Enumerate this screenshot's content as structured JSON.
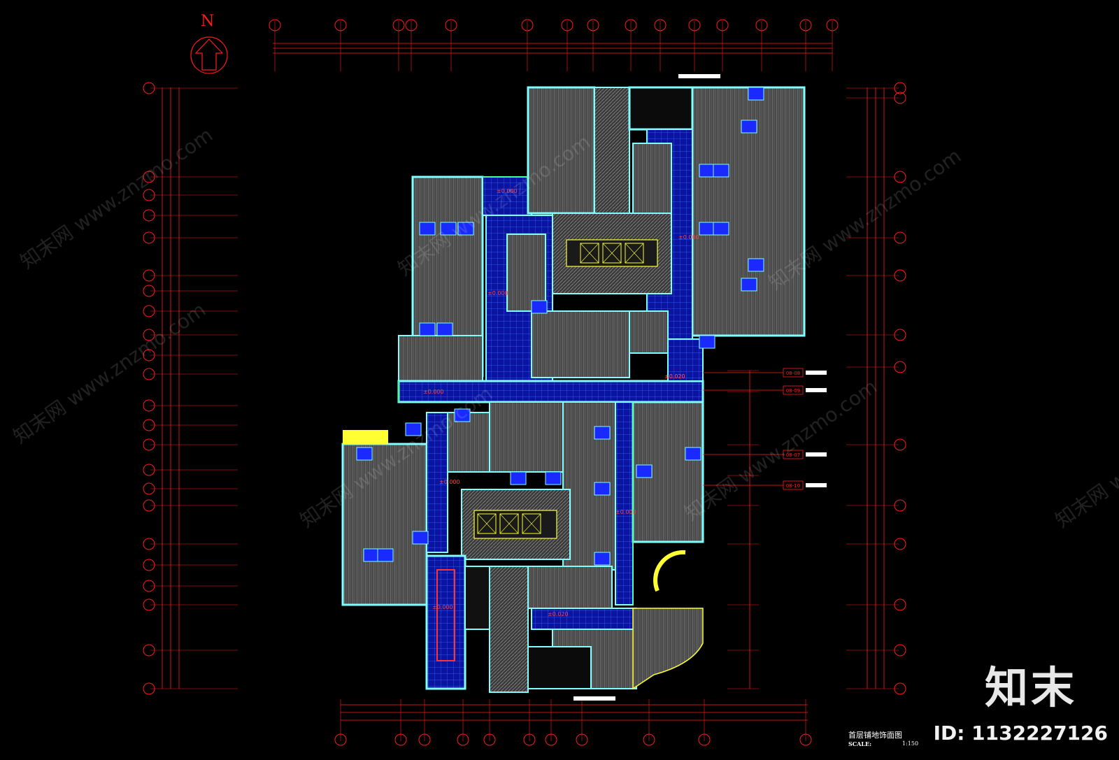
{
  "drawing": {
    "title": "首层铺地饰面图",
    "scale_label": "SCALE:",
    "scale_value": "1:150",
    "north": "N"
  },
  "brand": {
    "logo_text": "知末",
    "id_text": "ID: 1132227126",
    "watermark": "知末网 www.znzmo.com"
  },
  "elevation_labels": [
    "±0.000",
    "±0.000",
    "±0.000",
    "±0.000",
    "±0.000",
    "±0.000",
    "±0.000",
    "±0.020",
    "±0.020",
    "±0.020"
  ],
  "section_tags": [
    "08-08",
    "08-09",
    "08-07",
    "08-10"
  ],
  "colors": {
    "background": "#000000",
    "grid_lines": "#ff1a1a",
    "walls": "#7fffff",
    "blue_tile": "#0a14a0",
    "gray_floor": "#5a5a5a",
    "yellow": "#ffff33",
    "green": "#33ff66"
  }
}
